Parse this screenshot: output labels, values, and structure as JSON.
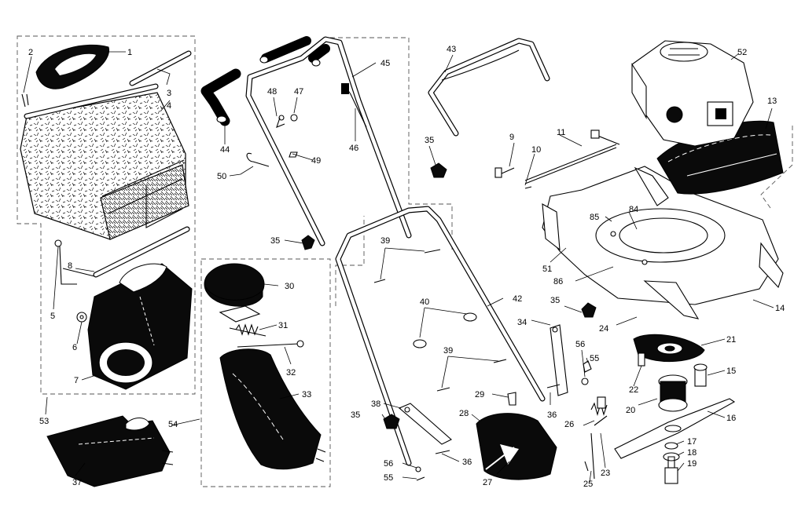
{
  "diagram": {
    "callouts": [
      "1",
      "2",
      "3",
      "4",
      "5",
      "6",
      "7",
      "8",
      "9",
      "10",
      "11",
      "13",
      "14",
      "15",
      "16",
      "17",
      "18",
      "19",
      "20",
      "21",
      "22",
      "23",
      "24",
      "25",
      "26",
      "27",
      "28",
      "29",
      "30",
      "31",
      "32",
      "33",
      "34",
      "35",
      "36",
      "37",
      "38",
      "39",
      "40",
      "42",
      "43",
      "44",
      "45",
      "46",
      "47",
      "48",
      "49",
      "50",
      "51",
      "52",
      "53",
      "54",
      "55",
      "56",
      "84",
      "85",
      "86"
    ]
  }
}
